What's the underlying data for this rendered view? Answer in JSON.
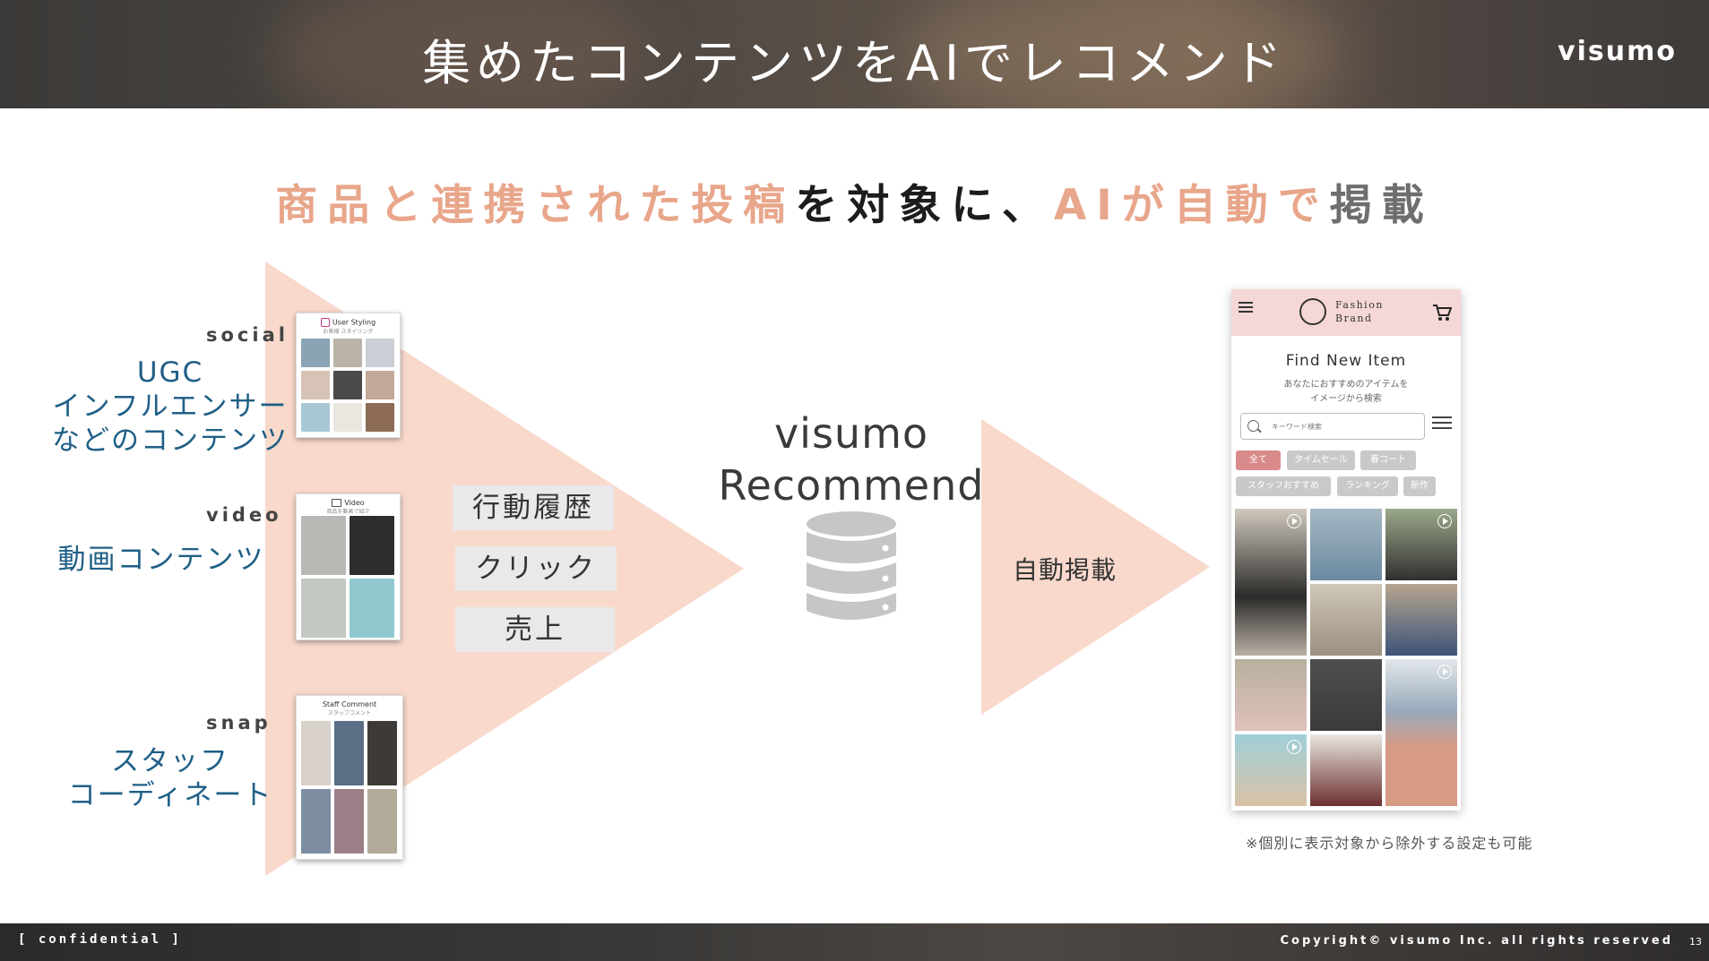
{
  "header": {
    "title": "集めたコンテンツをAIでレコメンド",
    "brand": "visumo"
  },
  "headline": {
    "part1": "商品と連携された投稿",
    "part2": "を対象に、",
    "part3": "AIが自動で",
    "part4": "掲載"
  },
  "sources": [
    {
      "tag": "social",
      "title_lines": [
        "UGC",
        "インフルエンサー",
        "などのコンテンツ"
      ],
      "thumb_title": "User Styling",
      "thumb_sub": "お客様 スタイリング"
    },
    {
      "tag": "video",
      "title_lines": [
        "動画コンテンツ"
      ],
      "thumb_title": "Video",
      "thumb_sub": "商品を動画で紹介"
    },
    {
      "tag": "snap",
      "title_lines": [
        "スタッフ",
        "コーディネート"
      ],
      "thumb_title": "Staff Comment",
      "thumb_sub": "スタッフコメント"
    }
  ],
  "signals": [
    "行動履歴",
    "クリック",
    "売上"
  ],
  "engine": {
    "line1": "visumo",
    "line2": "Recommend",
    "icon": "database-icon"
  },
  "auto_label": "自動掲載",
  "phone": {
    "brand_line1": "Fashion",
    "brand_line2": "Brand",
    "heading": "Find New Item",
    "sub_line1": "あなたにおすすめのアイテムを",
    "sub_line2": "イメージから検索",
    "search_placeholder": "キーワード検索",
    "tags": [
      "全て",
      "タイムセール",
      "春コート",
      "スタッフおすすめ",
      "ランキング",
      "新作"
    ]
  },
  "note": "※個別に表示対象から除外する設定も可能",
  "footer": {
    "confidential": "[ confidential ]",
    "copyright": "Copyright© visumo Inc. all rights reserved",
    "page": "13"
  },
  "colors": {
    "accent": "#e8a68a",
    "triangle": "#f9d9cc",
    "source_text": "#1f5f86",
    "db": "#c6c6c6"
  }
}
